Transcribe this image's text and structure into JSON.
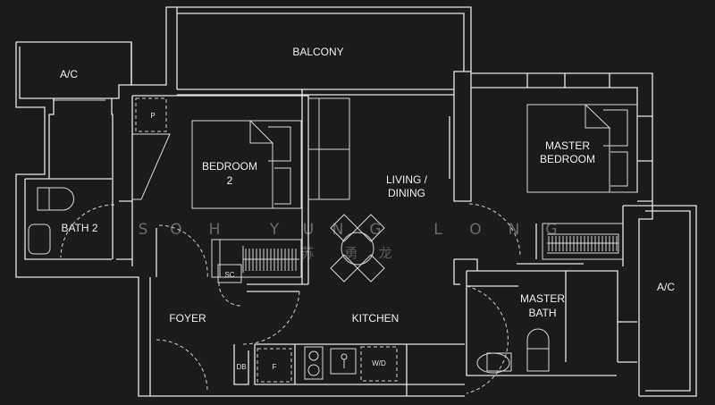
{
  "rooms": {
    "balcony": "BALCONY",
    "ac_left": "A/C",
    "bedroom2_line1": "BEDROOM",
    "bedroom2_line2": "2",
    "bath2": "BATH 2",
    "living_line1": "LIVING /",
    "living_line2": "DINING",
    "master_bedroom_line1": "MASTER",
    "master_bedroom_line2": "BEDROOM",
    "ac_right": "A/C",
    "master_bath_line1": "MASTER",
    "master_bath_line2": "BATH",
    "foyer": "FOYER",
    "kitchen": "KITCHEN"
  },
  "fixtures": {
    "p": "P",
    "sc": "SC",
    "db": "DB",
    "f": "F",
    "wd": "W/D"
  },
  "watermark": {
    "latin": [
      "S",
      "O",
      "H",
      "Y",
      "U",
      "N",
      "G",
      "L",
      "O",
      "N",
      "G"
    ],
    "chinese": [
      "苏",
      "勇",
      "龙"
    ]
  }
}
